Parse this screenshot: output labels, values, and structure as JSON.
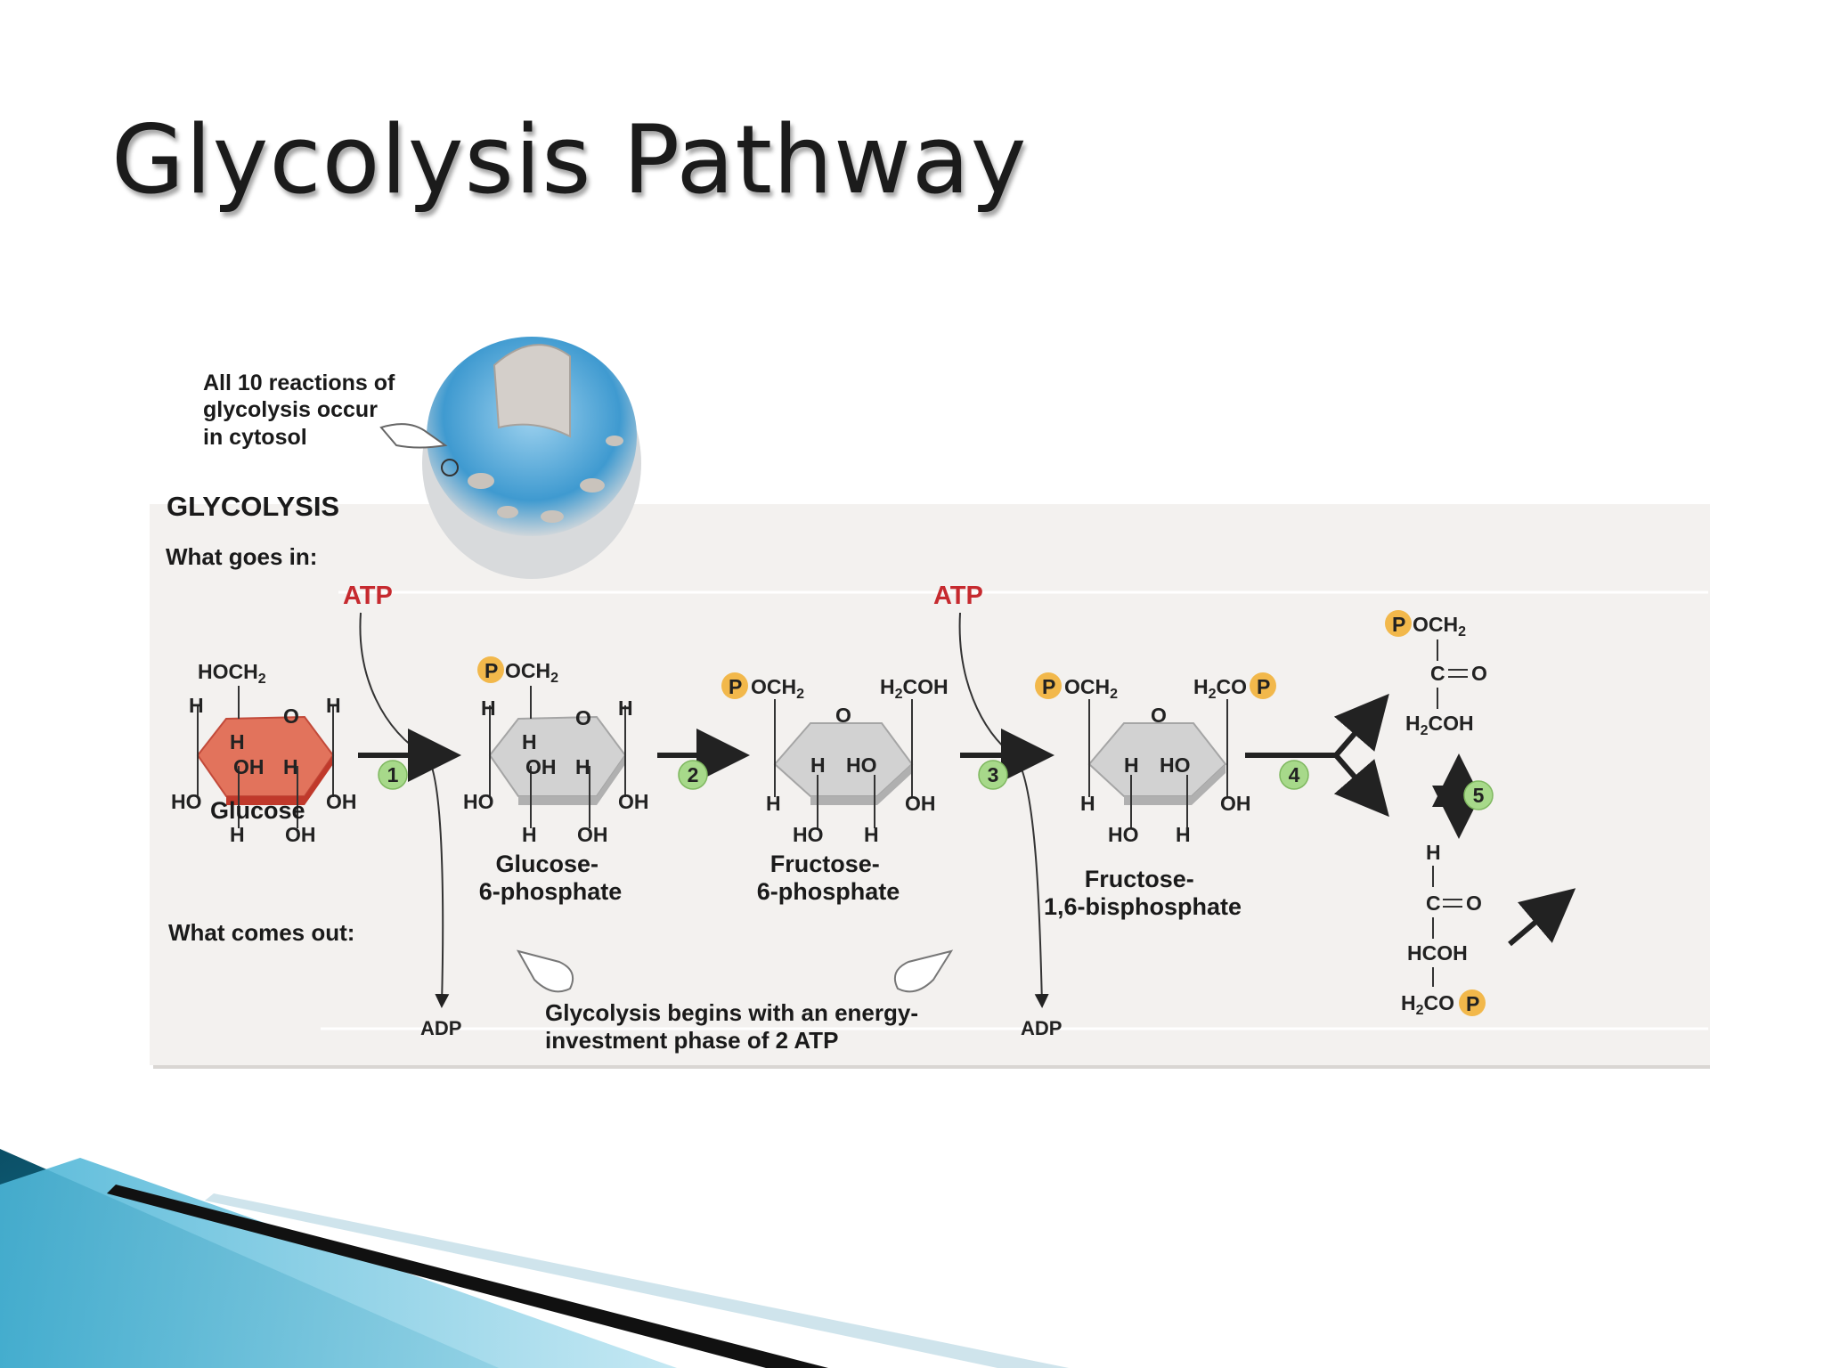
{
  "title": "Glycolysis Pathway",
  "callout": [
    "All 10 reactions of",
    "glycolysis occur",
    "in cytosol"
  ],
  "panel": {
    "heading": "GLYCOLYSIS",
    "goes_in": "What goes in:",
    "comes_out": "What comes out:"
  },
  "atp": "ATP",
  "adp": "ADP",
  "steps": [
    "1",
    "2",
    "3",
    "4",
    "5"
  ],
  "molecules": {
    "glucose": {
      "name": "Glucose",
      "groups": [
        "HOCH",
        "H",
        "O",
        "H",
        "H",
        "OH",
        "H",
        "HO",
        "OH",
        "H",
        "OH"
      ]
    },
    "g6p": {
      "name": [
        "Glucose-",
        "6-phosphate"
      ],
      "groups": [
        "P",
        "OCH",
        "H",
        "O",
        "H",
        "H",
        "OH",
        "H",
        "HO",
        "OH",
        "H",
        "OH"
      ]
    },
    "f6p": {
      "name": [
        "Fructose-",
        "6-phosphate"
      ],
      "groups": [
        "P",
        "OCH",
        "H",
        "COH",
        "O",
        "H",
        "HO",
        "H",
        "OH",
        "HO",
        "H"
      ]
    },
    "f16bp": {
      "name": [
        "Fructose-",
        "1,6-bisphosphate"
      ],
      "groups": [
        "P",
        "OCH",
        "H",
        "CO",
        "P",
        "O",
        "H",
        "HO",
        "H",
        "OH",
        "HO",
        "H"
      ]
    },
    "dhap": {
      "groups": [
        "P",
        "OCH",
        "C",
        "O",
        "H",
        "COH"
      ]
    },
    "g3p": {
      "groups": [
        "H",
        "C",
        "O",
        "HCOH",
        "H",
        "CO",
        "P"
      ]
    }
  },
  "subscript": "2",
  "energy_note": [
    "Glycolysis begins with an energy-",
    "investment phase of 2 ATP"
  ],
  "colors": {
    "glucose_ring": "#e2735c",
    "sugar_ring": "#d2d2d2",
    "phosphate": "#f2b84b",
    "step_badge": "#a7d98a",
    "atp": "#c62a2f",
    "panel_bg": "#f3f1ef",
    "band_dark": "#0d6f8a",
    "band_light": "#5fc0dd"
  },
  "icons": [
    "cell-illustration",
    "pointing-hand-icon"
  ]
}
